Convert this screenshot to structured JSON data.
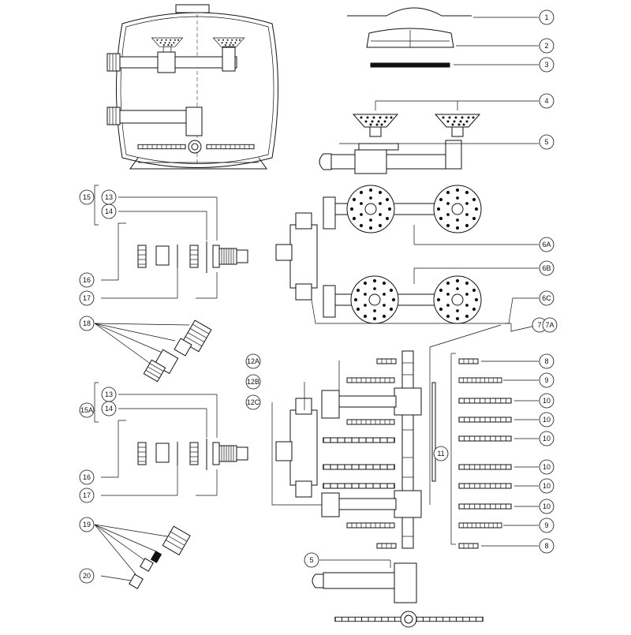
{
  "callouts": {
    "c1": "1",
    "c2": "2",
    "c3": "3",
    "c4": "4",
    "c5_top": "5",
    "c6a": "6A",
    "c6b": "6B",
    "c6c": "6C",
    "c7": "7",
    "c7a": "7A",
    "c8_top": "8",
    "c9_top": "9",
    "c10_1": "10",
    "c10_2": "10",
    "c10_3": "10",
    "c10_4": "10",
    "c10_5": "10",
    "c10_6": "10",
    "c9_bottom": "9",
    "c8_bottom": "8",
    "c11": "11",
    "c12a": "12A",
    "c12b": "12B",
    "c12c": "12C",
    "c13_top": "13",
    "c14_top": "14",
    "c15": "15",
    "c16_top": "16",
    "c17_top": "17",
    "c18": "18",
    "c13_bottom": "13",
    "c14_bottom": "14",
    "c15a": "15A",
    "c16_bottom": "16",
    "c17_bottom": "17",
    "c19": "19",
    "c20": "20",
    "c5_bottom": "5"
  }
}
